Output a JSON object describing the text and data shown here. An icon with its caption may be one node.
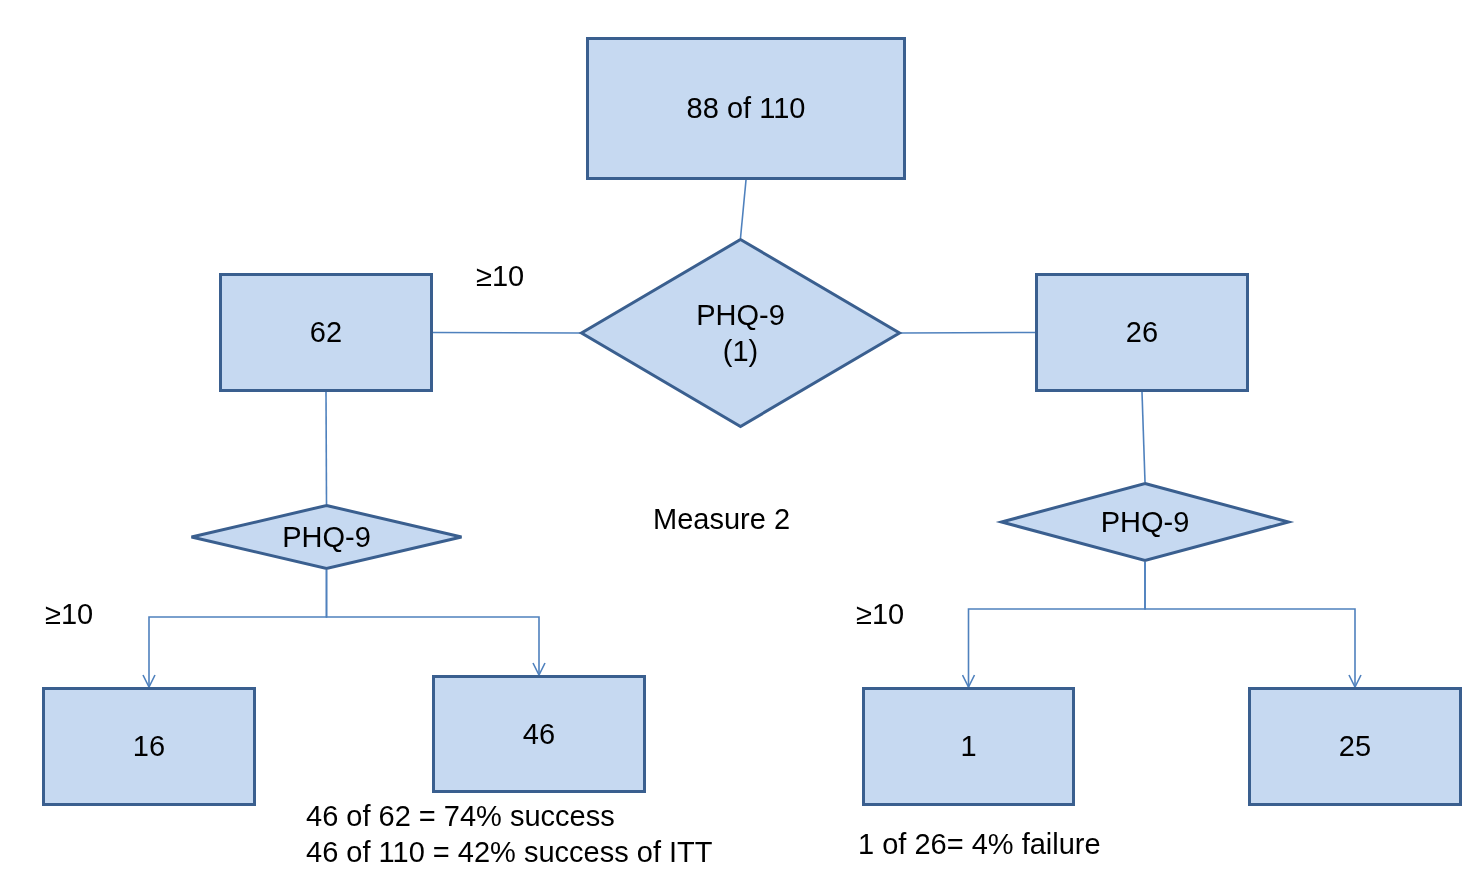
{
  "diagram": {
    "nodes": [
      {
        "text": [
          "88 of 110"
        ]
      },
      {
        "text": [
          "PHQ-9 (1)"
        ]
      },
      {
        "text": [
          "62"
        ]
      },
      {
        "text": [
          "26"
        ]
      },
      {
        "text": [
          "PHQ-9"
        ]
      },
      {
        "text": [
          "PHQ-9"
        ]
      },
      {
        "text": [
          "16"
        ]
      },
      {
        "text": [
          "46"
        ],
        "beside": [
          "46 of 62 = 74% success",
          "46 of 110 = 42% success of ITT"
        ]
      },
      {
        "text": [
          "1"
        ],
        "beside": [
          "1 of 26= 4% failure"
        ]
      },
      {
        "text": [
          "25"
        ]
      }
    ],
    "edges": [
      {
        "from": 0,
        "to": 1,
        "arrow": "none"
      },
      {
        "from": 1,
        "to": 2,
        "arrow": "none"
      },
      {
        "from": 1,
        "to": 3,
        "arrow": "none"
      },
      {
        "from": 2,
        "to": 4,
        "arrow": "none"
      },
      {
        "from": 3,
        "to": 5,
        "arrow": "none"
      },
      {
        "from": 4,
        "to": 6,
        "arrow": "to"
      },
      {
        "from": 4,
        "to": 7,
        "arrow": "to"
      },
      {
        "from": 5,
        "to": 8,
        "arrow": "to"
      },
      {
        "from": 5,
        "to": 9,
        "arrow": "to"
      }
    ],
    "labels": [
      "≥10",
      "Measure 2",
      "≥10",
      "≥10"
    ]
  }
}
